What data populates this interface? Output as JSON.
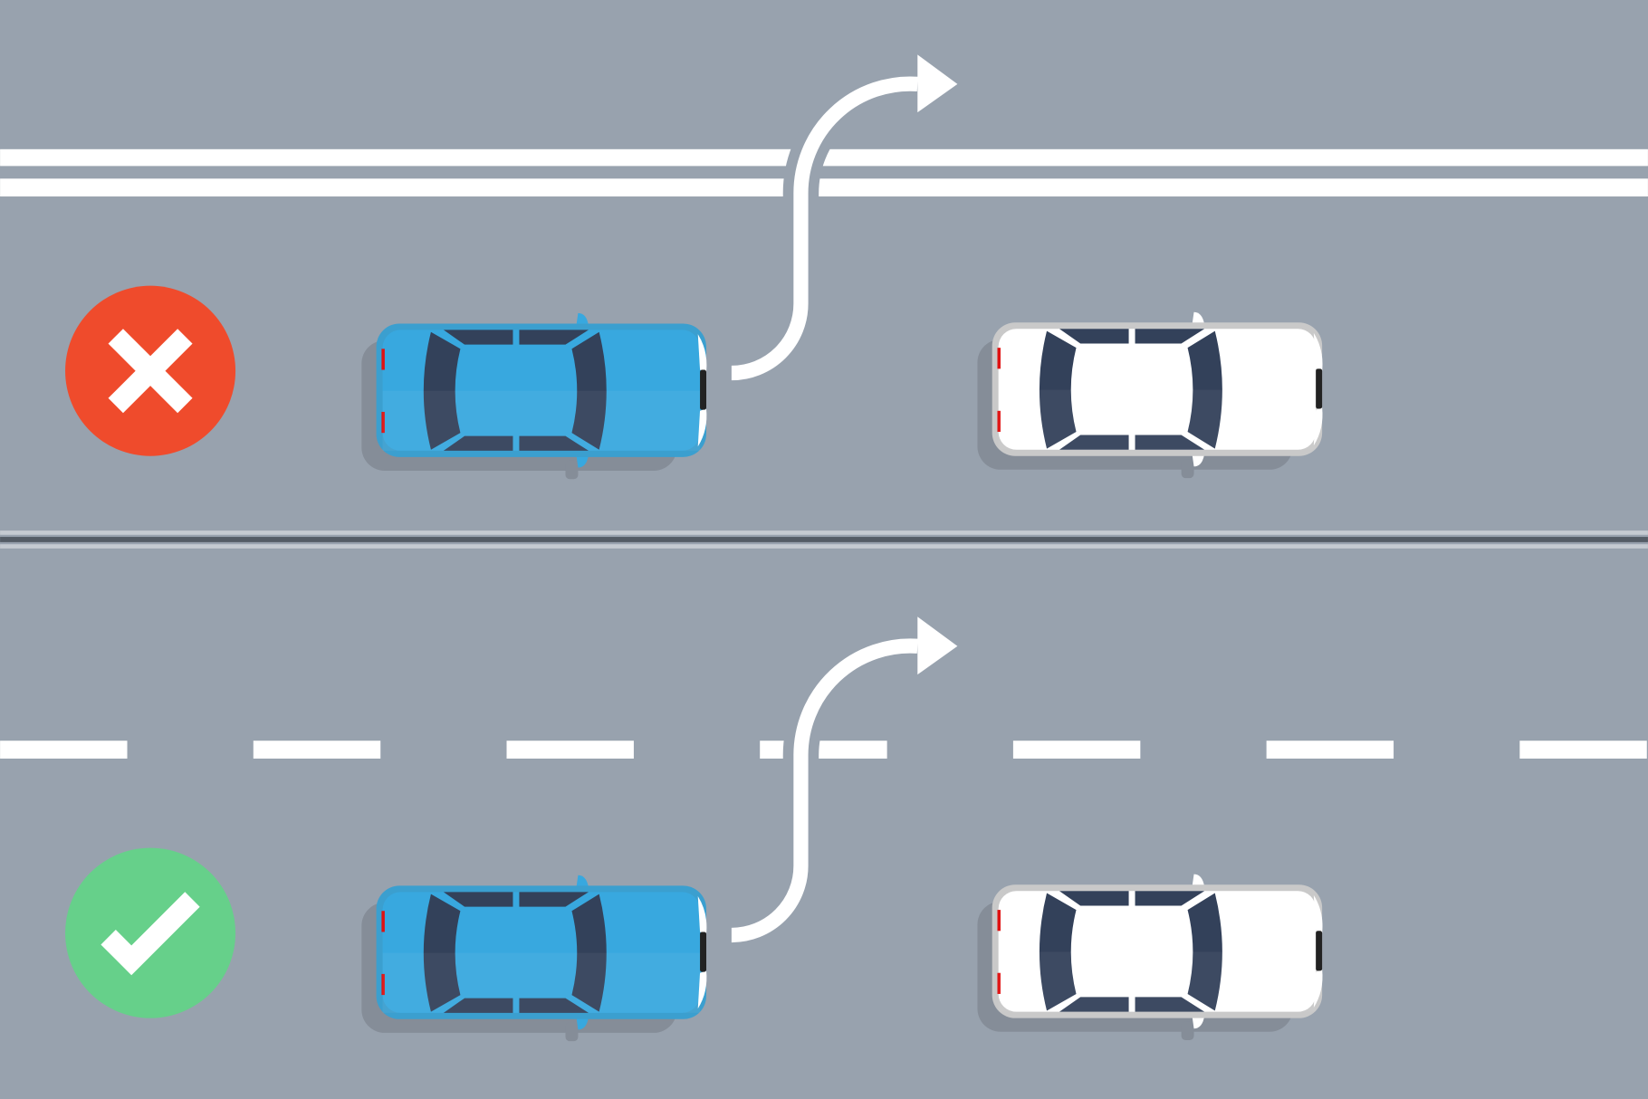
{
  "scene": {
    "description_icons": [
      "wrong-icon",
      "correct-icon"
    ],
    "panels": [
      {
        "id": "top",
        "verdict": "wrong",
        "lane_marking": "double-solid",
        "verdict_icon": "x-icon"
      },
      {
        "id": "bottom",
        "verdict": "correct",
        "lane_marking": "dashed",
        "verdict_icon": "checkmark-icon"
      }
    ]
  },
  "colors": {
    "road": "#98a2ae",
    "marking": "#ffffff",
    "wrong": "#ef4b2c",
    "correct": "#66d08a",
    "car_blue": "#38a8df",
    "car_white": "#ffffff",
    "window": "#33415a",
    "shadow": "#858d98",
    "divider_dark": "#545c66",
    "divider_light": "#c5cbd2"
  }
}
